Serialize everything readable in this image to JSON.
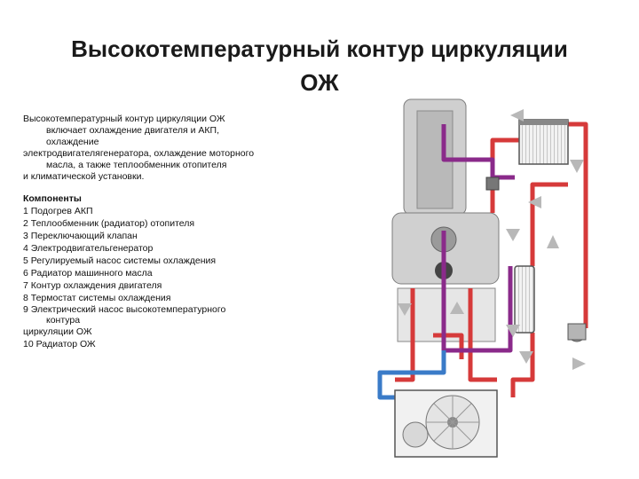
{
  "title": {
    "line1": "Высокотемпературный контур циркуляции",
    "line2": "ОЖ"
  },
  "description": {
    "lines": [
      "Высокотемпературный контур циркуляции ОЖ",
      "включает охлаждение двигателя и АКП,",
      "охлаждение",
      "электродвигателягенератора, охлаждение моторного",
      "масла, а также теплообменник отопителя",
      "и климатической установки."
    ]
  },
  "components": {
    "heading": "Компоненты",
    "items": [
      "1 Подогрев АКП",
      "2 Теплообменник (радиатор) отопителя",
      "3 Переключающий клапан",
      "4 Электродвигательгенератор",
      "5 Регулируемый насос системы охлаждения",
      "6 Радиатор машинного масла",
      "7 Контур охлаждения двигателя",
      "8 Термостат системы охлаждения",
      "9 Электрический насос высокотемпературного",
      "контура",
      "циркуляции ОЖ",
      "10 Радиатор ОЖ"
    ]
  },
  "colors": {
    "hot": "#d63a3a",
    "purple": "#8a2a8a",
    "cold": "#3a7bc8",
    "arrow": "#b8b8b8",
    "engine": "#c9c9c9"
  }
}
